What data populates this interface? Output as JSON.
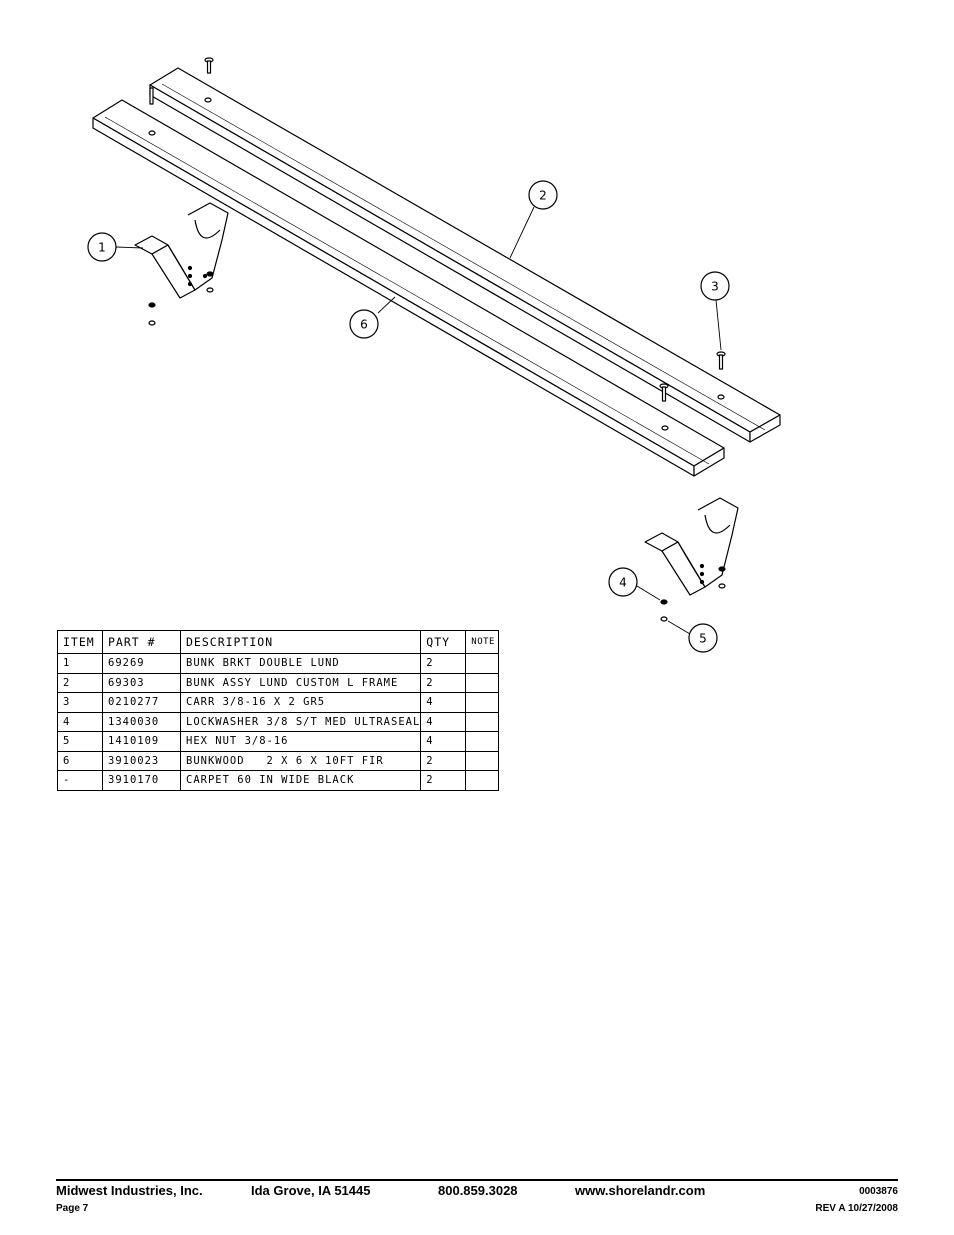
{
  "callouts": [
    "1",
    "2",
    "3",
    "4",
    "5",
    "6"
  ],
  "bom": {
    "headers": [
      "ITEM",
      "PART #",
      "DESCRIPTION",
      "QTY",
      "NOTE"
    ],
    "rows": [
      [
        "1",
        "69269",
        "BUNK BRKT DOUBLE LUND",
        "2",
        ""
      ],
      [
        "2",
        "69303",
        "BUNK ASSY LUND CUSTOM L FRAME",
        "2",
        ""
      ],
      [
        "3",
        "0210277",
        "CARR 3/8-16 X 2 GR5",
        "4",
        ""
      ],
      [
        "4",
        "1340030",
        "LOCKWASHER 3/8 S/T MED ULTRASEAL",
        "4",
        ""
      ],
      [
        "5",
        "1410109",
        "HEX NUT 3/8-16",
        "4",
        ""
      ],
      [
        "6",
        "3910023",
        "BUNKWOOD   2 X 6 X 10FT FIR",
        "2",
        ""
      ],
      [
        "-",
        "3910170",
        "CARPET 60 IN WIDE BLACK",
        "2",
        ""
      ]
    ]
  },
  "footer": {
    "company": "Midwest Industries, Inc.",
    "city": "Ida Grove, IA  51445",
    "phone": "800.859.3028",
    "website": "www.shorelandr.com",
    "doc_number": "0003876",
    "page": "Page 7",
    "revision": "REV A  10/27/2008"
  }
}
